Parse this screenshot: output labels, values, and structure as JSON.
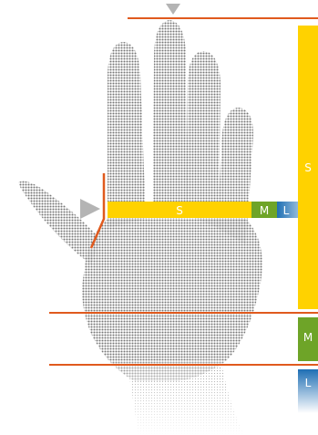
{
  "diagram": {
    "width_bar_labels": {
      "s": "S",
      "m": "M",
      "l": "L"
    },
    "length_bar_labels": {
      "s": "S",
      "m": "M",
      "l": "L"
    },
    "colors": {
      "orange_line": "#e05a1e",
      "size_s": "#ffd200",
      "size_m": "#6ea428",
      "size_l": "#1e6fb4",
      "hand_halftone": "#777777",
      "pointer": "#b4b4b4"
    }
  }
}
